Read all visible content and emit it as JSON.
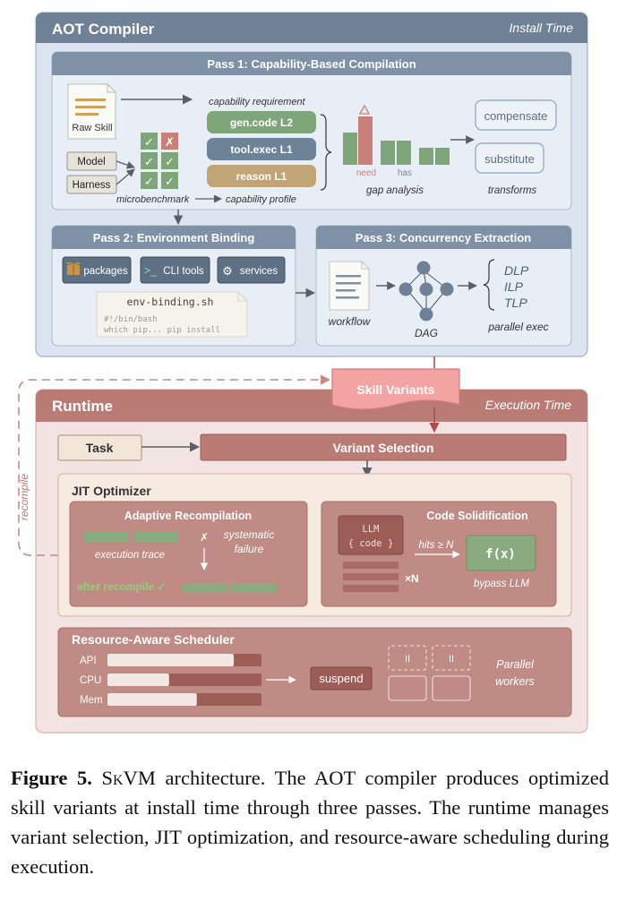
{
  "aot": {
    "title": "AOT Compiler",
    "subtitle": "Install Time",
    "pass1": {
      "title": "Pass 1: Capability-Based Compilation",
      "raw_skill_line1": "Raw Skill",
      "capability_requirement": "capability requirement",
      "pills": [
        "gen.code L2",
        "tool.exec L1",
        "reason L1"
      ],
      "model": "Model",
      "harness": "Harness",
      "microbenchmark": "microbenchmark",
      "capability_profile": "capability profile",
      "need": "need",
      "has": "has",
      "gap_analysis": "gap analysis",
      "compensate": "compensate",
      "substitute": "substitute",
      "transforms": "transforms"
    },
    "pass2": {
      "title": "Pass 2: Environment Binding",
      "packages": "packages",
      "cli_prompt": ">_",
      "cli_tools": "CLI tools",
      "services": "services",
      "script_name": "env-binding.sh",
      "script_line1": "#!/bin/bash",
      "script_line2": "which pip... pip install"
    },
    "pass3": {
      "title": "Pass 3: Concurrency Extraction",
      "workflow": "workflow",
      "dag": "DAG",
      "dlp": "DLP",
      "ilp": "ILP",
      "tlp": "TLP",
      "parallel_exec": "parallel exec"
    }
  },
  "skill_variants": "Skill Variants",
  "runtime": {
    "title": "Runtime",
    "subtitle": "Execution Time",
    "recompile": "recompile",
    "task": "Task",
    "variant_selection": "Variant Selection",
    "jit": {
      "title": "JIT Optimizer",
      "adaptive_title": "Adaptive Recompilation",
      "execution_trace": "execution trace",
      "systematic": "systematic",
      "failure": "failure",
      "cross": "✗",
      "after_recompile": "after recompile ✓",
      "code_sol_title": "Code Solidification",
      "llm": "LLM",
      "code": "{ code }",
      "hits": "hits ≥ N",
      "fx": "f(x)",
      "xn": "×N",
      "bypass": "bypass LLM"
    },
    "scheduler": {
      "title": "Resource-Aware Scheduler",
      "resources": [
        {
          "label": "API",
          "usage": 0.82
        },
        {
          "label": "CPU",
          "usage": 0.4
        },
        {
          "label": "Mem",
          "usage": 0.58
        }
      ],
      "suspend": "suspend",
      "pause": "II",
      "parallel": "Parallel",
      "workers": "workers"
    }
  },
  "caption": {
    "fig_label": "Figure 5.",
    "name": "SkVM",
    "text": " architecture. The AOT compiler produces optimized skill variants at install time through three passes. The runtime manages variant selection, JIT optimization, and resource-aware scheduling during execution."
  }
}
